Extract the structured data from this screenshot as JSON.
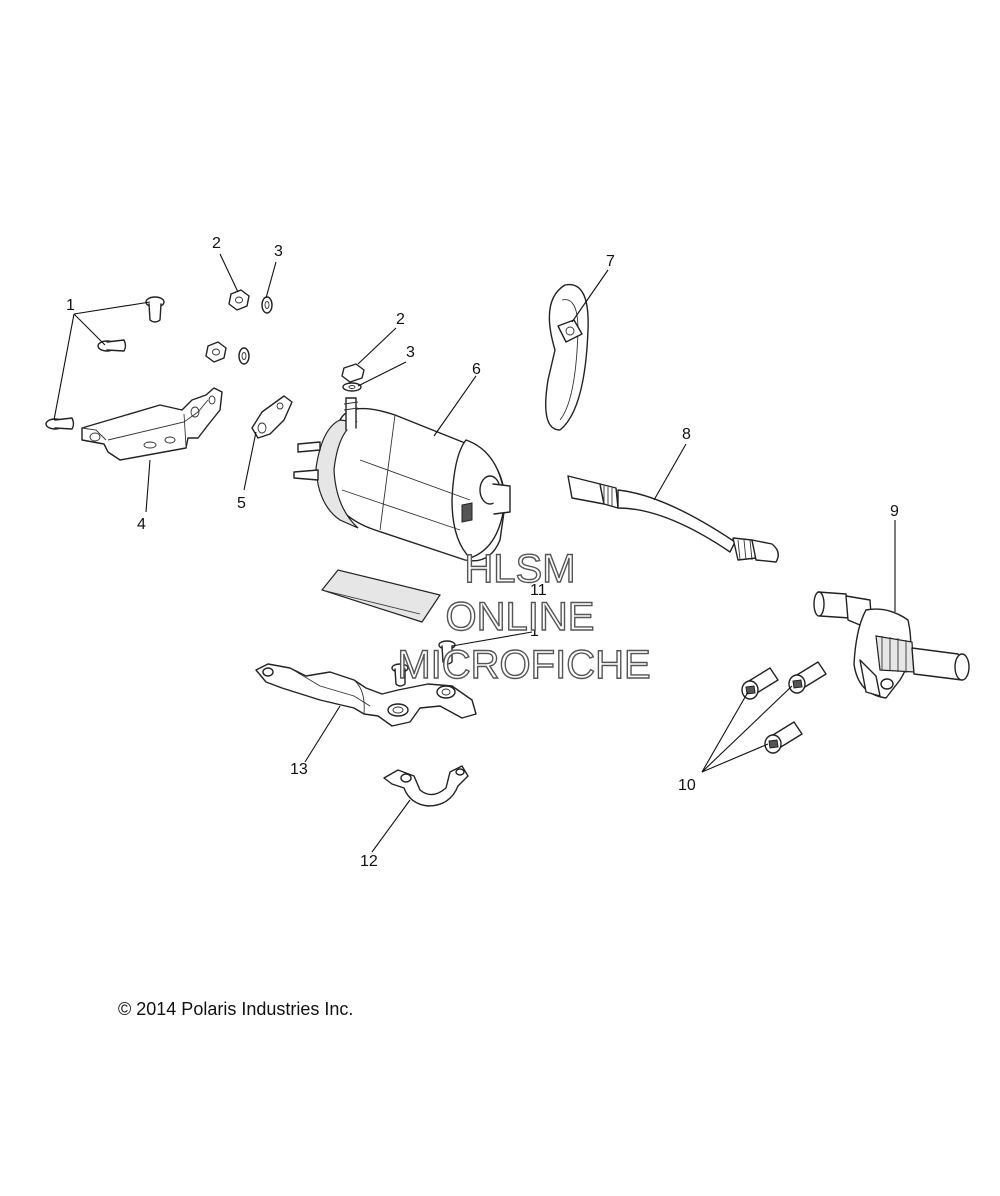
{
  "callouts": {
    "c1a": "1",
    "c1b": "1",
    "c2a": "2",
    "c2b": "2",
    "c3a": "3",
    "c3b": "3",
    "c4": "4",
    "c5": "5",
    "c6": "6",
    "c7": "7",
    "c8": "8",
    "c9": "9",
    "c10": "10",
    "c11": "11",
    "c12": "12",
    "c13": "13"
  },
  "watermark": {
    "line1": "HLSM",
    "line2": "ONLINE",
    "line3": "MICROFICHE"
  },
  "copyright": "© 2014 Polaris Industries Inc."
}
